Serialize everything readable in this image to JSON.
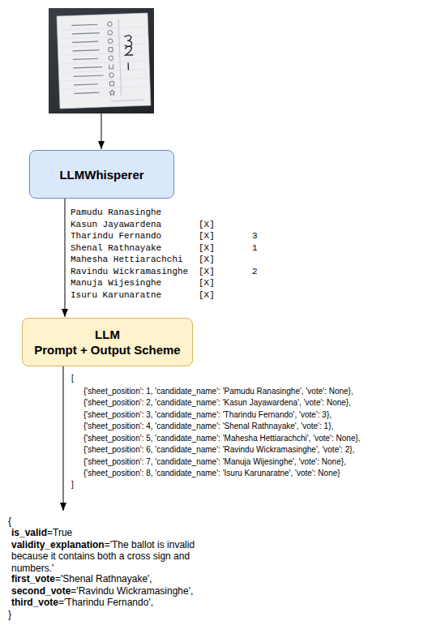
{
  "diagram": {
    "nodes": [
      {
        "text": [
          "LLMWhisperer"
        ]
      },
      {
        "text": [
          "LLM",
          "Prompt + Output Scheme"
        ]
      }
    ],
    "edges": [
      {
        "from": 0,
        "to": 1,
        "arrow": "to"
      }
    ],
    "labels": [
      "Pamudu Ranasinghe",
      "Kasun Jayawardena",
      "[X]",
      "Tharindu Fernando",
      "[X]",
      "3",
      "Shenal Rathnayake",
      "[X]",
      "1",
      "Mahesha Hettiarachchi",
      "[X]",
      "Ravindu Wickramasinghe",
      "[X]",
      "2",
      "Manuja Wijesinghe",
      "[X]",
      "Isuru Karunaratne",
      "[X]",
      "[",
      "{'sheet_position': 1, 'candidate_name': 'Pamudu Ranasinghe', 'vote': None},",
      "{'sheet_position': 2, 'candidate_name': 'Kasun Jayawardena', 'vote': None},",
      "{'sheet_position': 3, 'candidate_name': 'Tharindu Fernando', 'vote': 3},",
      "{'sheet_position': 4, 'candidate_name': 'Shenal Rathnayake', 'vote': 1},",
      "{'sheet_position': 5, 'candidate_name': 'Mahesha Hettiarachchi', 'vote': None},",
      "{'sheet_position': 6, 'candidate_name': 'Ravindu Wickramasinghe', 'vote': 2},",
      "{'sheet_position': 7, 'candidate_name': 'Manuja Wijesinghe', 'vote': None},",
      "{'sheet_position': 8, 'candidate_name': 'Isuru Karunaratne', 'vote': None}",
      "]",
      "{",
      "is_valid",
      "=True",
      "validity_explanation",
      "='The ballot is invalid because it contains both a cross sign and numbers.'",
      "first_vote",
      "='Shenal Rathnayake',",
      "second_vote",
      "='Ravindu Wickramasinghe',",
      "third_vote",
      "='Tharindu Fernando',",
      "}"
    ]
  }
}
